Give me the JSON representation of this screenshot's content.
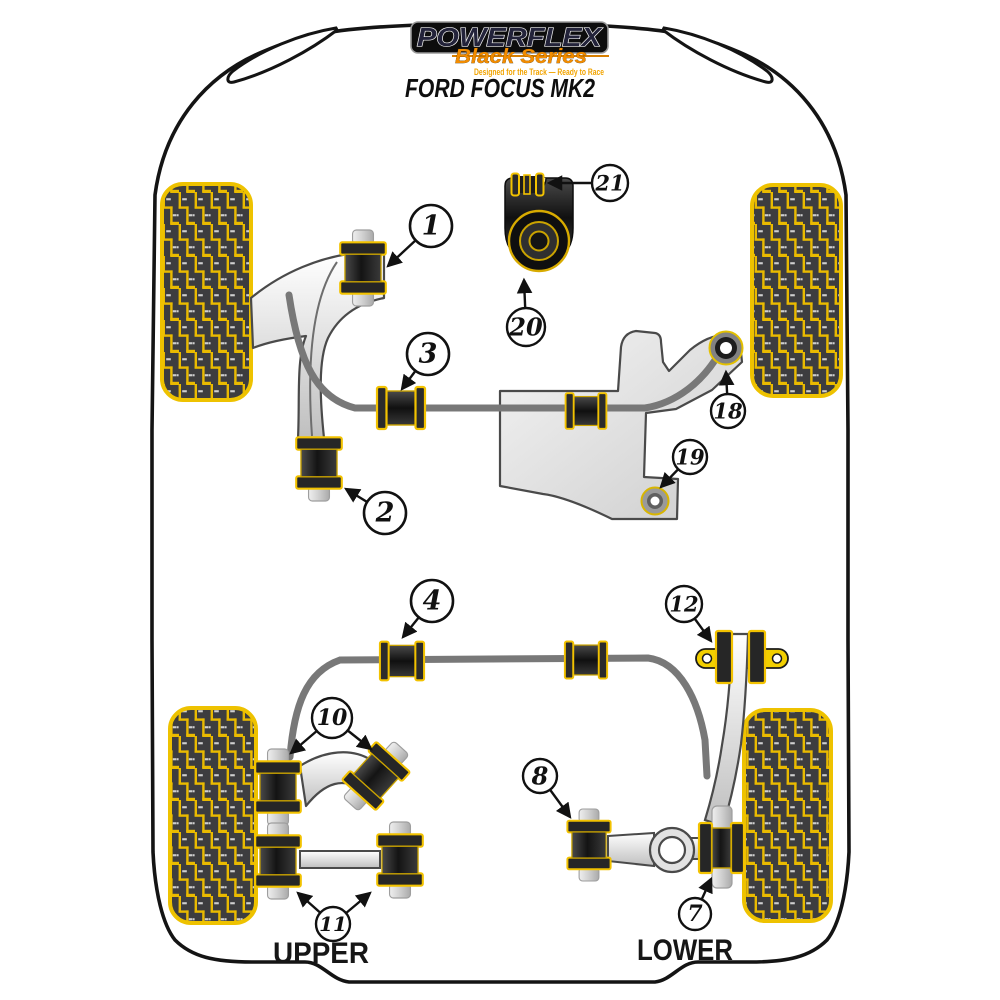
{
  "branding": {
    "logo_primary": "POWERFLEX",
    "logo_series": "Black Series",
    "logo_tagline": "Designed for the Track — Ready to Race",
    "vehicle_title": "FORD FOCUS MK2"
  },
  "section_labels": {
    "left": "UPPER",
    "right": "LOWER"
  },
  "callouts": [
    {
      "number": "1"
    },
    {
      "number": "2"
    },
    {
      "number": "3"
    },
    {
      "number": "4"
    },
    {
      "number": "7"
    },
    {
      "number": "8"
    },
    {
      "number": "10"
    },
    {
      "number": "11"
    },
    {
      "number": "12"
    },
    {
      "number": "18"
    },
    {
      "number": "19"
    },
    {
      "number": "20"
    },
    {
      "number": "21"
    }
  ],
  "colors": {
    "bushing_yellow": "#F2C200",
    "series_orange": "#F28C00",
    "tread_dark": "#3D3D3F",
    "sway_bar_gray": "#787878",
    "arm_gray": "#D9D9D9"
  }
}
